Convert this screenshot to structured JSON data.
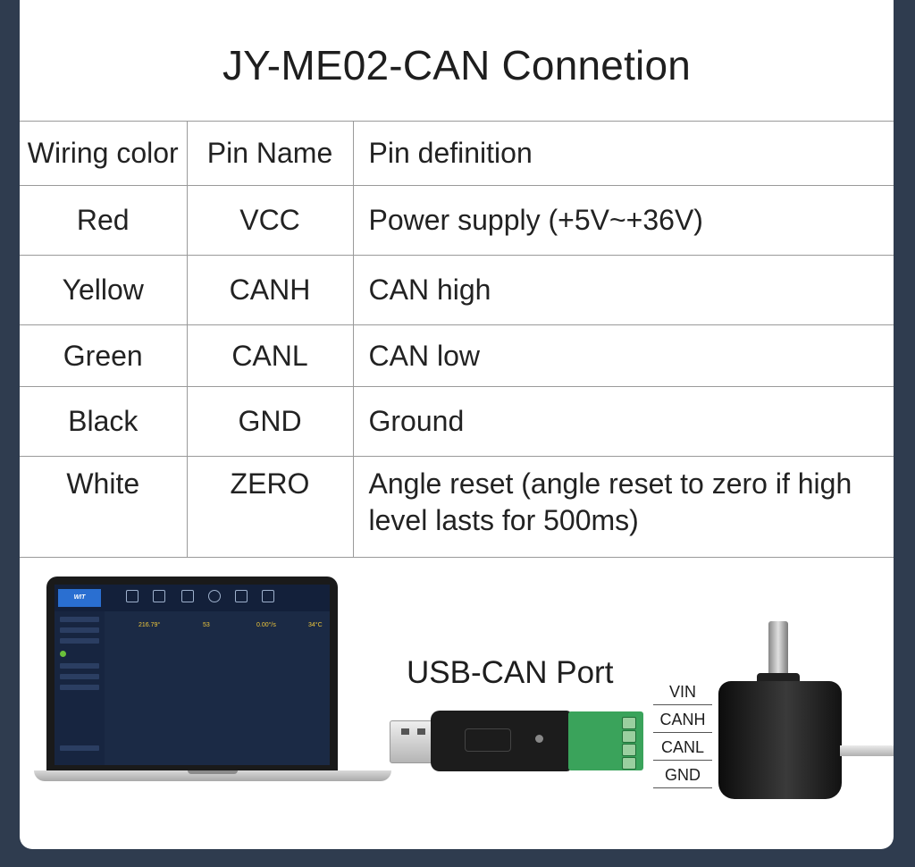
{
  "title": "JY-ME02-CAN Connetion",
  "table": {
    "headers": [
      "Wiring color",
      "Pin Name",
      "Pin definition"
    ],
    "rows": [
      {
        "color": "Red",
        "pin": "VCC",
        "definition": "Power supply (+5V~+36V)"
      },
      {
        "color": "Yellow",
        "pin": "CANH",
        "definition": "CAN high"
      },
      {
        "color": "Green",
        "pin": "CANL",
        "definition": "CAN low"
      },
      {
        "color": "Black",
        "pin": "GND",
        "definition": "Ground"
      },
      {
        "color": "White",
        "pin": "ZERO",
        "definition": "Angle reset (angle reset to zero if high level lasts for 500ms)"
      }
    ]
  },
  "diagram": {
    "port_label": "USB-CAN Port",
    "pins": [
      "VIN",
      "CANH",
      "CANL",
      "GND"
    ],
    "app_metrics": [
      {
        "value": "216.79°"
      },
      {
        "value": "53"
      },
      {
        "value": "0.00°/s"
      },
      {
        "value": "34°C"
      }
    ]
  },
  "colors": {
    "frame": "#2f3c4f",
    "card": "#ffffff",
    "terminal": "#3aa35b",
    "app_background": "#1b2a45"
  },
  "icons": [
    "laptop-icon",
    "usb-plug-icon",
    "usb-symbol-icon",
    "terminal-block-icon",
    "encoder-icon"
  ]
}
